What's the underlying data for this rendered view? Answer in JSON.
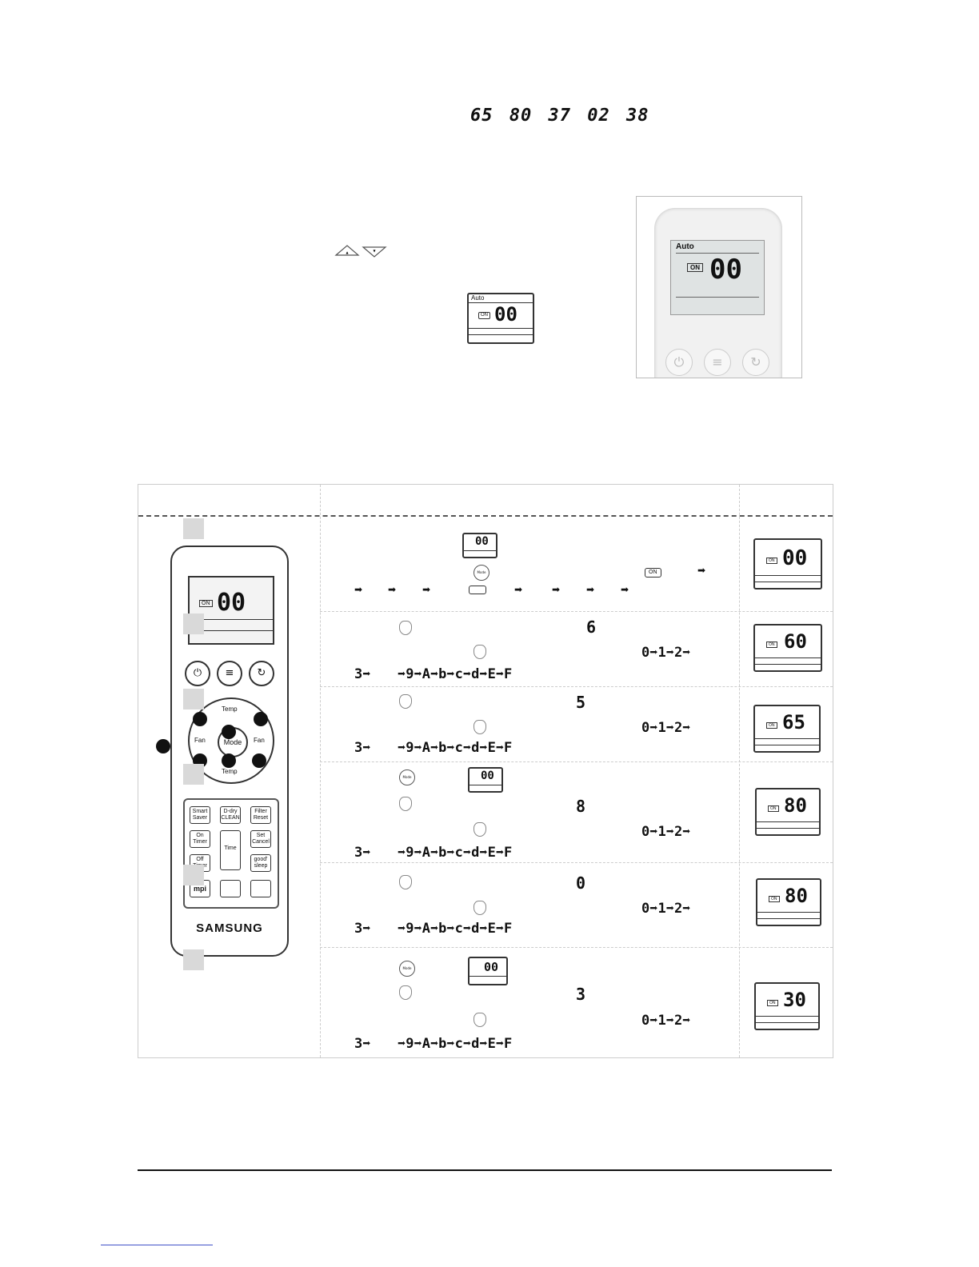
{
  "top_code": {
    "values": [
      "65",
      "80",
      "37",
      "02",
      "38"
    ]
  },
  "icons": {
    "up_down_buttons": "temp-up-down-icon",
    "lcd_display": "lcd-display-icon"
  },
  "small_lcd": {
    "mode": "Auto",
    "on_label": "ON",
    "number": "00"
  },
  "photo_display": {
    "mode": "Auto",
    "on_label": "ON",
    "number": "00",
    "buttons": [
      "power-icon",
      "mode-icon",
      "swing-icon"
    ]
  },
  "remote": {
    "lcd_on": "ON",
    "lcd_number": "00",
    "dpad": {
      "up": "Temp",
      "down": "Temp",
      "left": "Fan",
      "right": "Fan",
      "center": "Mode"
    },
    "keys": {
      "smart_saver": "Smart Saver",
      "d_dry": "D-dry CLEAN",
      "filter_reset": "Filter Reset",
      "on_timer": "On Timer",
      "time": "Time",
      "set_cancel": "Set Cancel",
      "off_timer": "Off Timer",
      "good_sleep": "good' sleep",
      "mpi": "mpi"
    },
    "brand": "SAMSUNG"
  },
  "steps": [
    {
      "sequence_end": "",
      "digit": "",
      "on_label": "ON",
      "lcd_number": "00",
      "result": "00"
    },
    {
      "digit": "6",
      "seq_right": "0➡1➡2➡",
      "seq_left": "3➡",
      "seq_tail": "➡9➡A➡b➡c➡d➡E➡F",
      "result": "60"
    },
    {
      "digit": "5",
      "seq_right": "0➡1➡2➡",
      "seq_left": "3➡",
      "seq_tail": "➡9➡A➡b➡c➡d➡E➡F",
      "result": "65"
    },
    {
      "digit": "8",
      "lcd_number": "00",
      "seq_right": "0➡1➡2➡",
      "seq_left": "3➡",
      "seq_tail": "➡9➡A➡b➡c➡d➡E➡F",
      "result": "80"
    },
    {
      "digit": "0",
      "seq_right": "0➡1➡2➡",
      "seq_left": "3➡",
      "seq_tail": "➡9➡A➡b➡c➡d➡E➡F",
      "result": "80"
    },
    {
      "digit": "3",
      "lcd_number": "00",
      "seq_right": "0➡1➡2➡",
      "seq_left": "3➡",
      "seq_tail": "➡9➡A➡b➡c➡d➡E➡F",
      "result": "30"
    }
  ],
  "result_on_label": "ON"
}
